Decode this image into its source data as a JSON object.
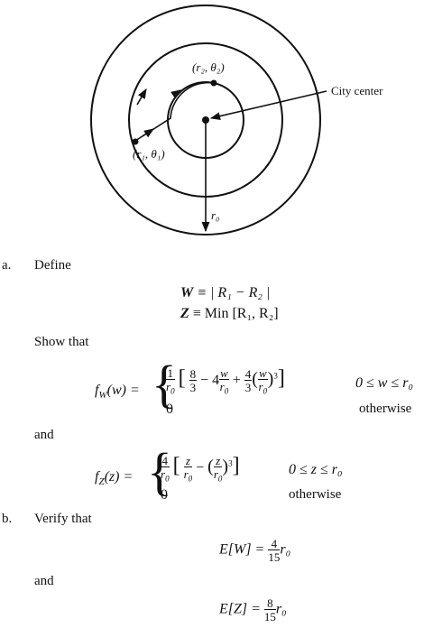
{
  "diagram": {
    "label_r2_theta2": "(r₂, θ₂)",
    "label_r1_theta1": "(r₁, θ₁)",
    "label_city_center": "City center",
    "label_r0": "r₀"
  },
  "part_a": {
    "marker": "a.",
    "intro": "Define",
    "def_W_lhs": "W",
    "def_W_rhs": "≡ | R₁ − R₂ |",
    "def_Z_lhs": "Z",
    "def_Z_rhs": "≡ Min [R₁, R₂]",
    "show_that": "Show that",
    "fW_lhs": "f",
    "fW_sub": "W",
    "fW_arg": "(w) =",
    "fW_range": "0 ≤ w ≤ r₀",
    "fW_otherwise": "otherwise",
    "and1": "and",
    "fZ_lhs": "f",
    "fZ_sub": "Z",
    "fZ_arg": "(z) =",
    "fZ_range": "0 ≤ z ≤ r₀",
    "fZ_otherwise": "otherwise"
  },
  "part_b": {
    "marker": "b.",
    "intro": "Verify that",
    "EW_lhs": "E[W] =",
    "EW_num": "4",
    "EW_den": "15",
    "EW_r0": "r₀",
    "and2": "and",
    "EZ_lhs": "E[Z] =",
    "EZ_num": "8",
    "EZ_den": "15",
    "EZ_r0": "r₀"
  }
}
